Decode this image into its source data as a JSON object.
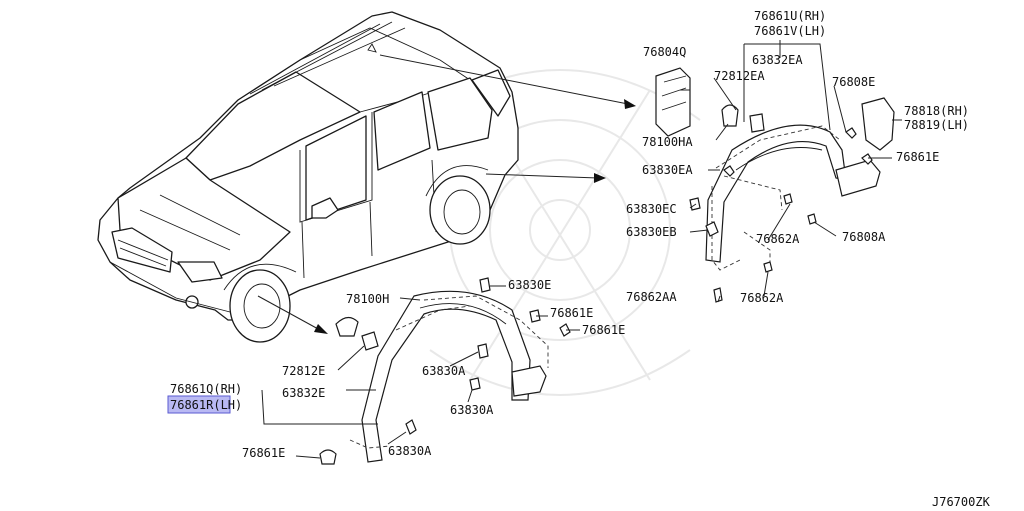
{
  "labels": {
    "l76804Q": "76804Q",
    "l76861U": "76861U(RH)",
    "l76861V": "76861V(LH)",
    "l63832EA": "63832EA",
    "l72812EA": "72812EA",
    "l76808E": "76808E",
    "l78818": "78818(RH)",
    "l78819": "78819(LH)",
    "l78100HA": "78100HA",
    "l76861E_r": "76861E",
    "l63830EA": "63830EA",
    "l63830EC": "63830EC",
    "l63830EB": "63830EB",
    "l76862A_1": "76862A",
    "l76808A": "76808A",
    "l76862AA": "76862AA",
    "l76862A_2": "76862A",
    "l78100H": "78100H",
    "l63830E": "63830E",
    "l76861E_1": "76861E",
    "l76861E_2": "76861E",
    "l72812E": "72812E",
    "l76861Q": "76861Q(RH)",
    "l63832E": "63832E",
    "l63830A_1": "63830A",
    "l76861R": "76861R(LH)",
    "l63830A_2": "63830A",
    "l76861E_3": "76861E",
    "l63830A_3": "63830A",
    "code": "J76700ZK"
  },
  "highlight": {
    "part": "76861R",
    "color": "#b9b9f3"
  }
}
